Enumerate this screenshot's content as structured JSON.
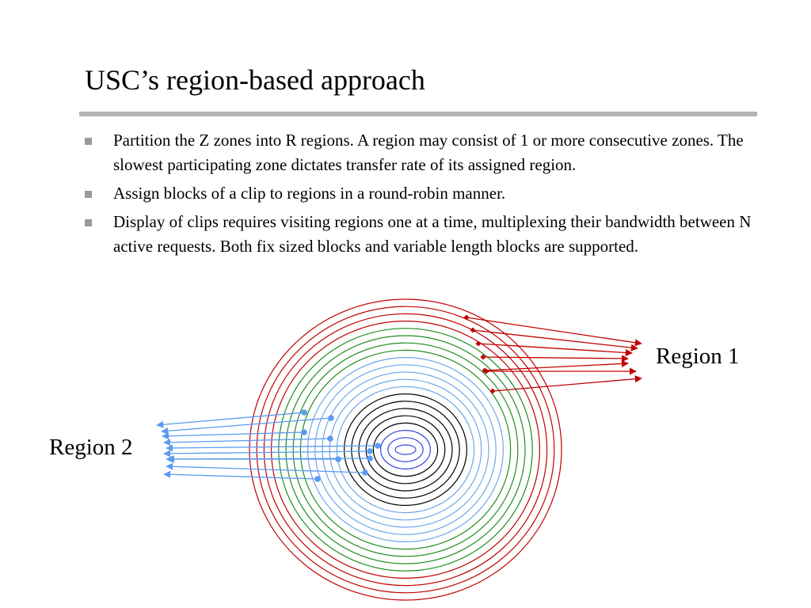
{
  "slide": {
    "title": "USC’s region-based approach",
    "bullets": [
      "Partition the Z zones into R regions.  A region may consist of 1 or more consecutive zones.  The slowest participating zone dictates transfer rate of its assigned region.",
      "Assign blocks of a clip to regions in a round-robin manner.",
      "Display of clips requires visiting regions one at a time, multiplexing their bandwidth between N active requests.  Both fix sized blocks and variable length blocks are supported."
    ]
  },
  "diagram": {
    "region_labels": [
      "Region 1",
      "Region 2"
    ],
    "colors": {
      "red": "#c00000",
      "green": "#1e8f1e",
      "light_blue": "#6fa6ea",
      "black": "#000000",
      "blue": "#3344dd",
      "arrow_blue": "#5b9bf0",
      "arrow_red": "#c00000"
    },
    "zone_colors": [
      "red",
      "red",
      "red",
      "red",
      "green",
      "green",
      "green",
      "green",
      "light_blue",
      "light_blue",
      "light_blue",
      "light_blue",
      "light_blue",
      "black",
      "black",
      "black",
      "black",
      "black",
      "blue",
      "blue",
      "blue"
    ]
  }
}
